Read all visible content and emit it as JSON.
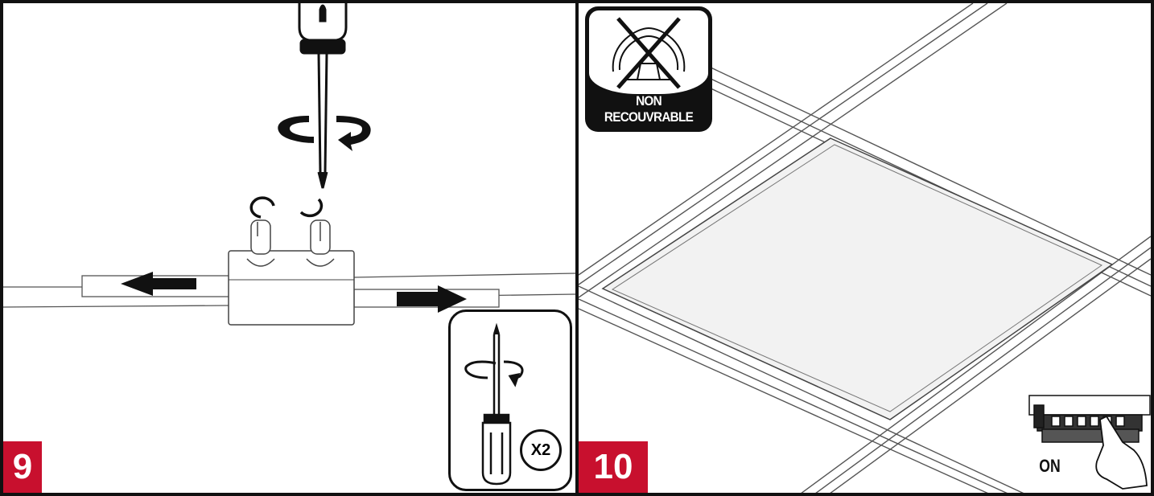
{
  "step9": {
    "number": "9",
    "inset_badge": "X2"
  },
  "step10": {
    "number": "10",
    "warning_label": "NON RECOUVRABLE",
    "switch_label": "ON"
  },
  "colors": {
    "badge_red": "#c8102e",
    "ink": "#111111",
    "panel_fill": "#f2f2f2"
  },
  "icons": [
    "screwdriver-icon",
    "rotate-arrow-icon",
    "push-arrow-icon",
    "insulation-crossed-icon",
    "terminal-block-icon",
    "hand-icon"
  ]
}
